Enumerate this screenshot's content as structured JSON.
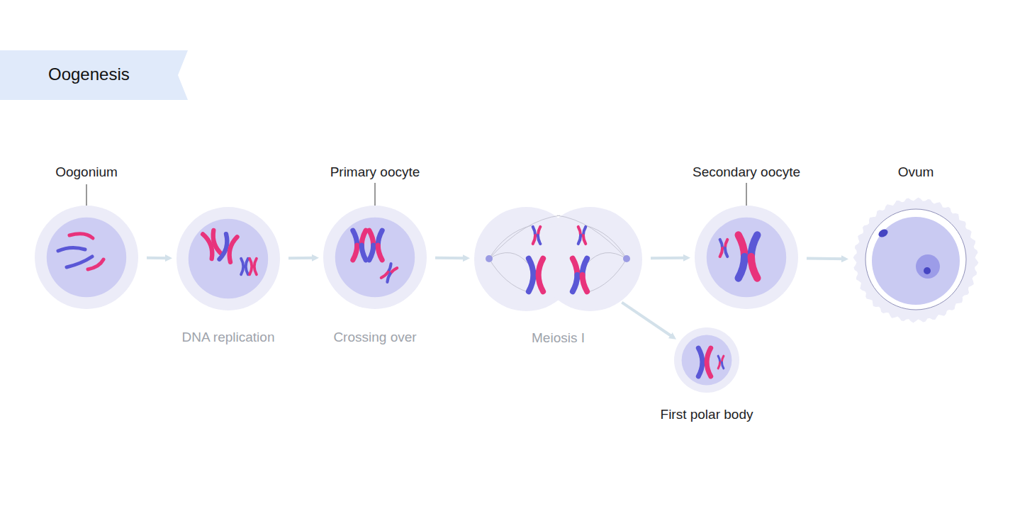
{
  "diagram": {
    "title": "Oogenesis",
    "nodes": [
      {
        "text": [
          "Oogonium"
        ]
      },
      {
        "text": [
          "DNA replication"
        ]
      },
      {
        "text": [
          "Primary oocyte",
          "Crossing over"
        ]
      },
      {
        "text": [
          "Meiosis I"
        ]
      },
      {
        "text": [
          "Secondary oocyte"
        ]
      },
      {
        "text": [
          "First polar body"
        ]
      },
      {
        "text": [
          "Ovum"
        ]
      }
    ],
    "edges": [
      {
        "from": 0,
        "to": 1,
        "arrow": "to"
      },
      {
        "from": 1,
        "to": 2,
        "arrow": "to"
      },
      {
        "from": 2,
        "to": 3,
        "arrow": "to"
      },
      {
        "from": 3,
        "to": 4,
        "arrow": "to"
      },
      {
        "from": 3,
        "to": 5,
        "arrow": "to"
      },
      {
        "from": 4,
        "to": 6,
        "arrow": "to"
      }
    ]
  }
}
